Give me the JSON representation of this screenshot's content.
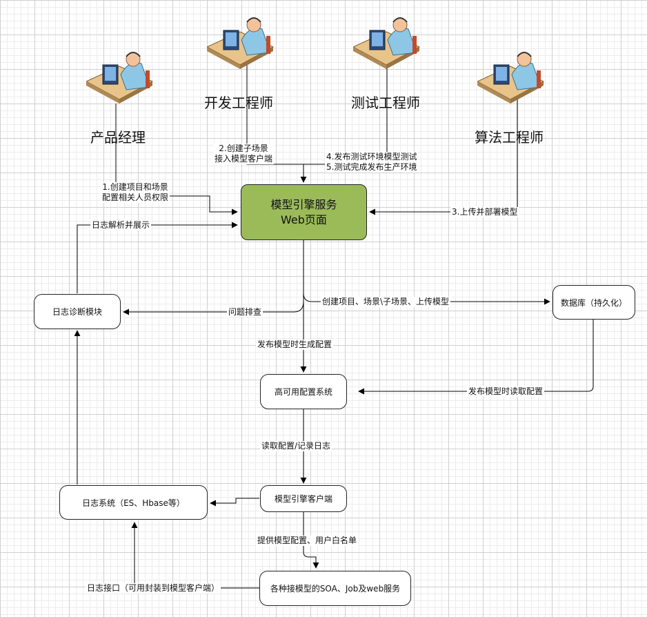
{
  "roles": {
    "product_manager": "产品经理",
    "dev_engineer": "开发工程师",
    "test_engineer": "测试工程师",
    "algo_engineer": "算法工程师"
  },
  "nodes": {
    "engine_service_line1": "模型引擎服务",
    "engine_service_line2": "Web页面",
    "log_diagnosis": "日志诊断模块",
    "database": "数据库（持久化）",
    "config_system": "高可用配置系统",
    "engine_client": "模型引擎客户端",
    "log_system": "日志系统（ES、Hbase等）",
    "services": "各种接模型的SOA、Job及web服务"
  },
  "edges": {
    "pm_line1": "1.创建项目和场景",
    "pm_line2": "配置相关人员权限",
    "dev_line1": "2.创建子场景",
    "dev_line2": "接入模型客户端",
    "test_line1": "4.发布测试环境模型测试",
    "test_line2": "5.测试完成发布生产环境",
    "algo": "3.上传并部署模型",
    "log_parse": "日志解析并展示",
    "troubleshoot": "问题排查",
    "to_database": "创建项目、场景\\子场景、上传模型",
    "gen_config": "发布模型时生成配置",
    "read_config_on_publish": "发布模型时读取配置",
    "read_config_log": "读取配置/记录日志",
    "provide_config": "提供模型配置、用户白名单",
    "log_interface": "日志接口（可用封装到模型客户端）"
  },
  "colors": {
    "main_node": "#9bbb59",
    "desk": "#e8c48a",
    "person": "#8ec6e6",
    "skin": "#f2c39a"
  },
  "icons": [
    "person-at-computer-icon"
  ]
}
